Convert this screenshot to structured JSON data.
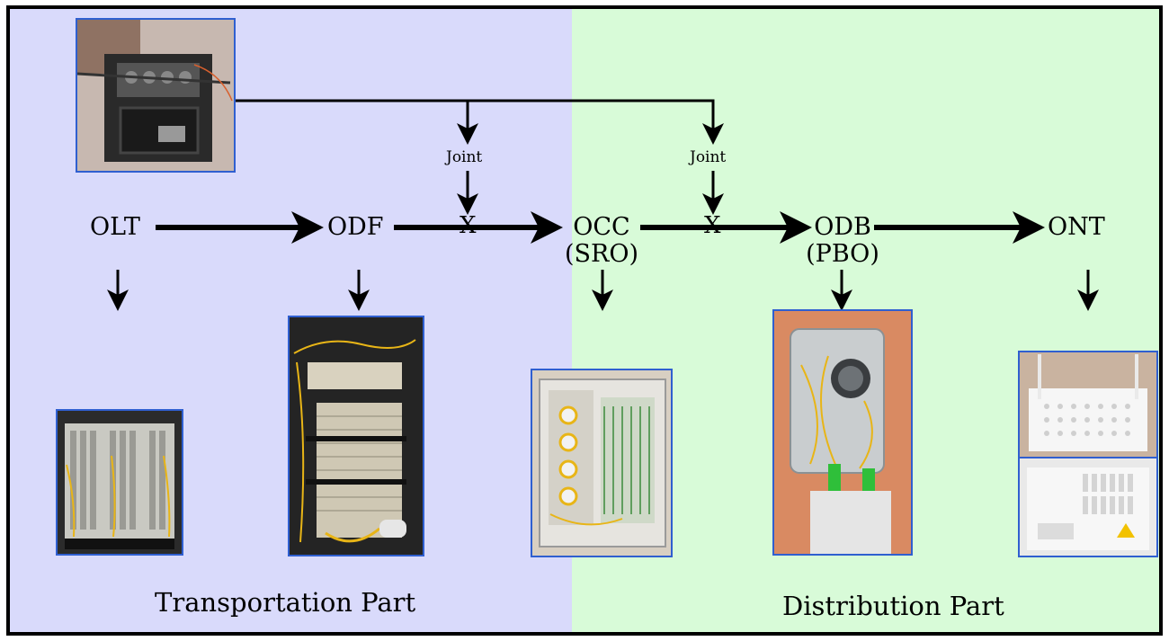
{
  "nodes": {
    "olt": "OLT",
    "odf": "ODF",
    "occ_line1": "OCC",
    "occ_line2": "(SRO)",
    "odb_line1": "ODB",
    "odb_line2": "(PBO)",
    "ont": "ONT"
  },
  "joints": {
    "joint1_label": "Joint",
    "joint2_label": "Joint",
    "x1": "X",
    "x2": "X"
  },
  "parts": {
    "transportation": "Transportation Part",
    "distribution": "Distribution Part"
  },
  "colors": {
    "transportation_bg": "#d9dafb",
    "distribution_bg": "#d8fbd8",
    "photo_border": "#2f5fd0",
    "fiber_yellow": "#e8b517"
  },
  "photos": {
    "splice_closure": "splice-closure-photo",
    "olt": "olt-chassis-photo",
    "odf": "odf-rack-photo",
    "occ": "occ-cabinet-photo",
    "odb": "odb-box-photo",
    "ont": "ont-router-photo"
  }
}
